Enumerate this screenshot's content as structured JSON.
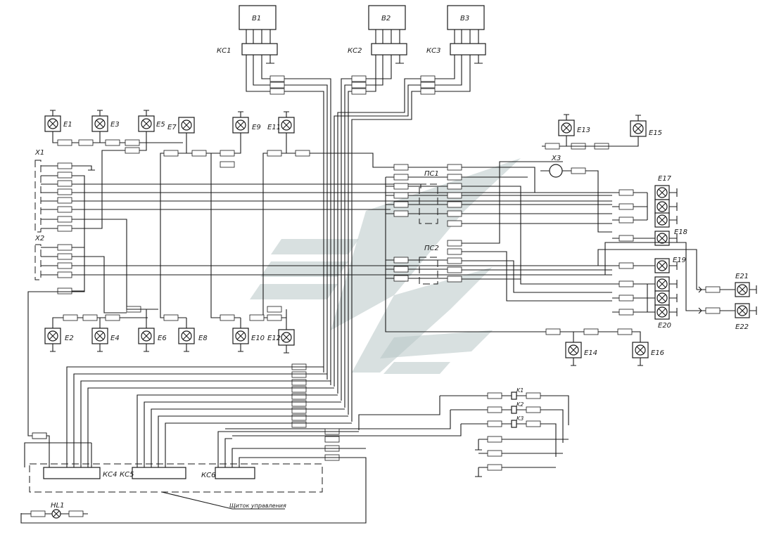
{
  "connectors": {
    "b1": "B1",
    "b2": "B2",
    "b3": "B3",
    "kc1": "КС1",
    "kc2": "КС2",
    "kc3": "КС3",
    "kc4": "КС4",
    "kc5": "КС5",
    "kc6": "КС6",
    "x1": "X1",
    "x2": "X2",
    "x3": "X3",
    "pc1": "ПС1",
    "pc2": "ПС2",
    "hl1": "HL1",
    "k1": "K1",
    "k2": "K2",
    "k3": "K3"
  },
  "lamps": {
    "e1": "E1",
    "e2": "E2",
    "e3": "E3",
    "e4": "E4",
    "e5": "E5",
    "e6": "E6",
    "e7": "E7",
    "e8": "E8",
    "e9": "E9",
    "e10": "E10",
    "e11": "E11",
    "e12": "E12",
    "e13": "E13",
    "e14": "E14",
    "e15": "E15",
    "e16": "E16",
    "e17": "E17",
    "e18": "E18",
    "e19": "E19",
    "e20": "E20",
    "e21": "E21",
    "e22": "E22"
  },
  "panel_label": "Щиток управления",
  "colors": {
    "line": "#1a1a1a",
    "watermark": "#b8c6c6"
  }
}
